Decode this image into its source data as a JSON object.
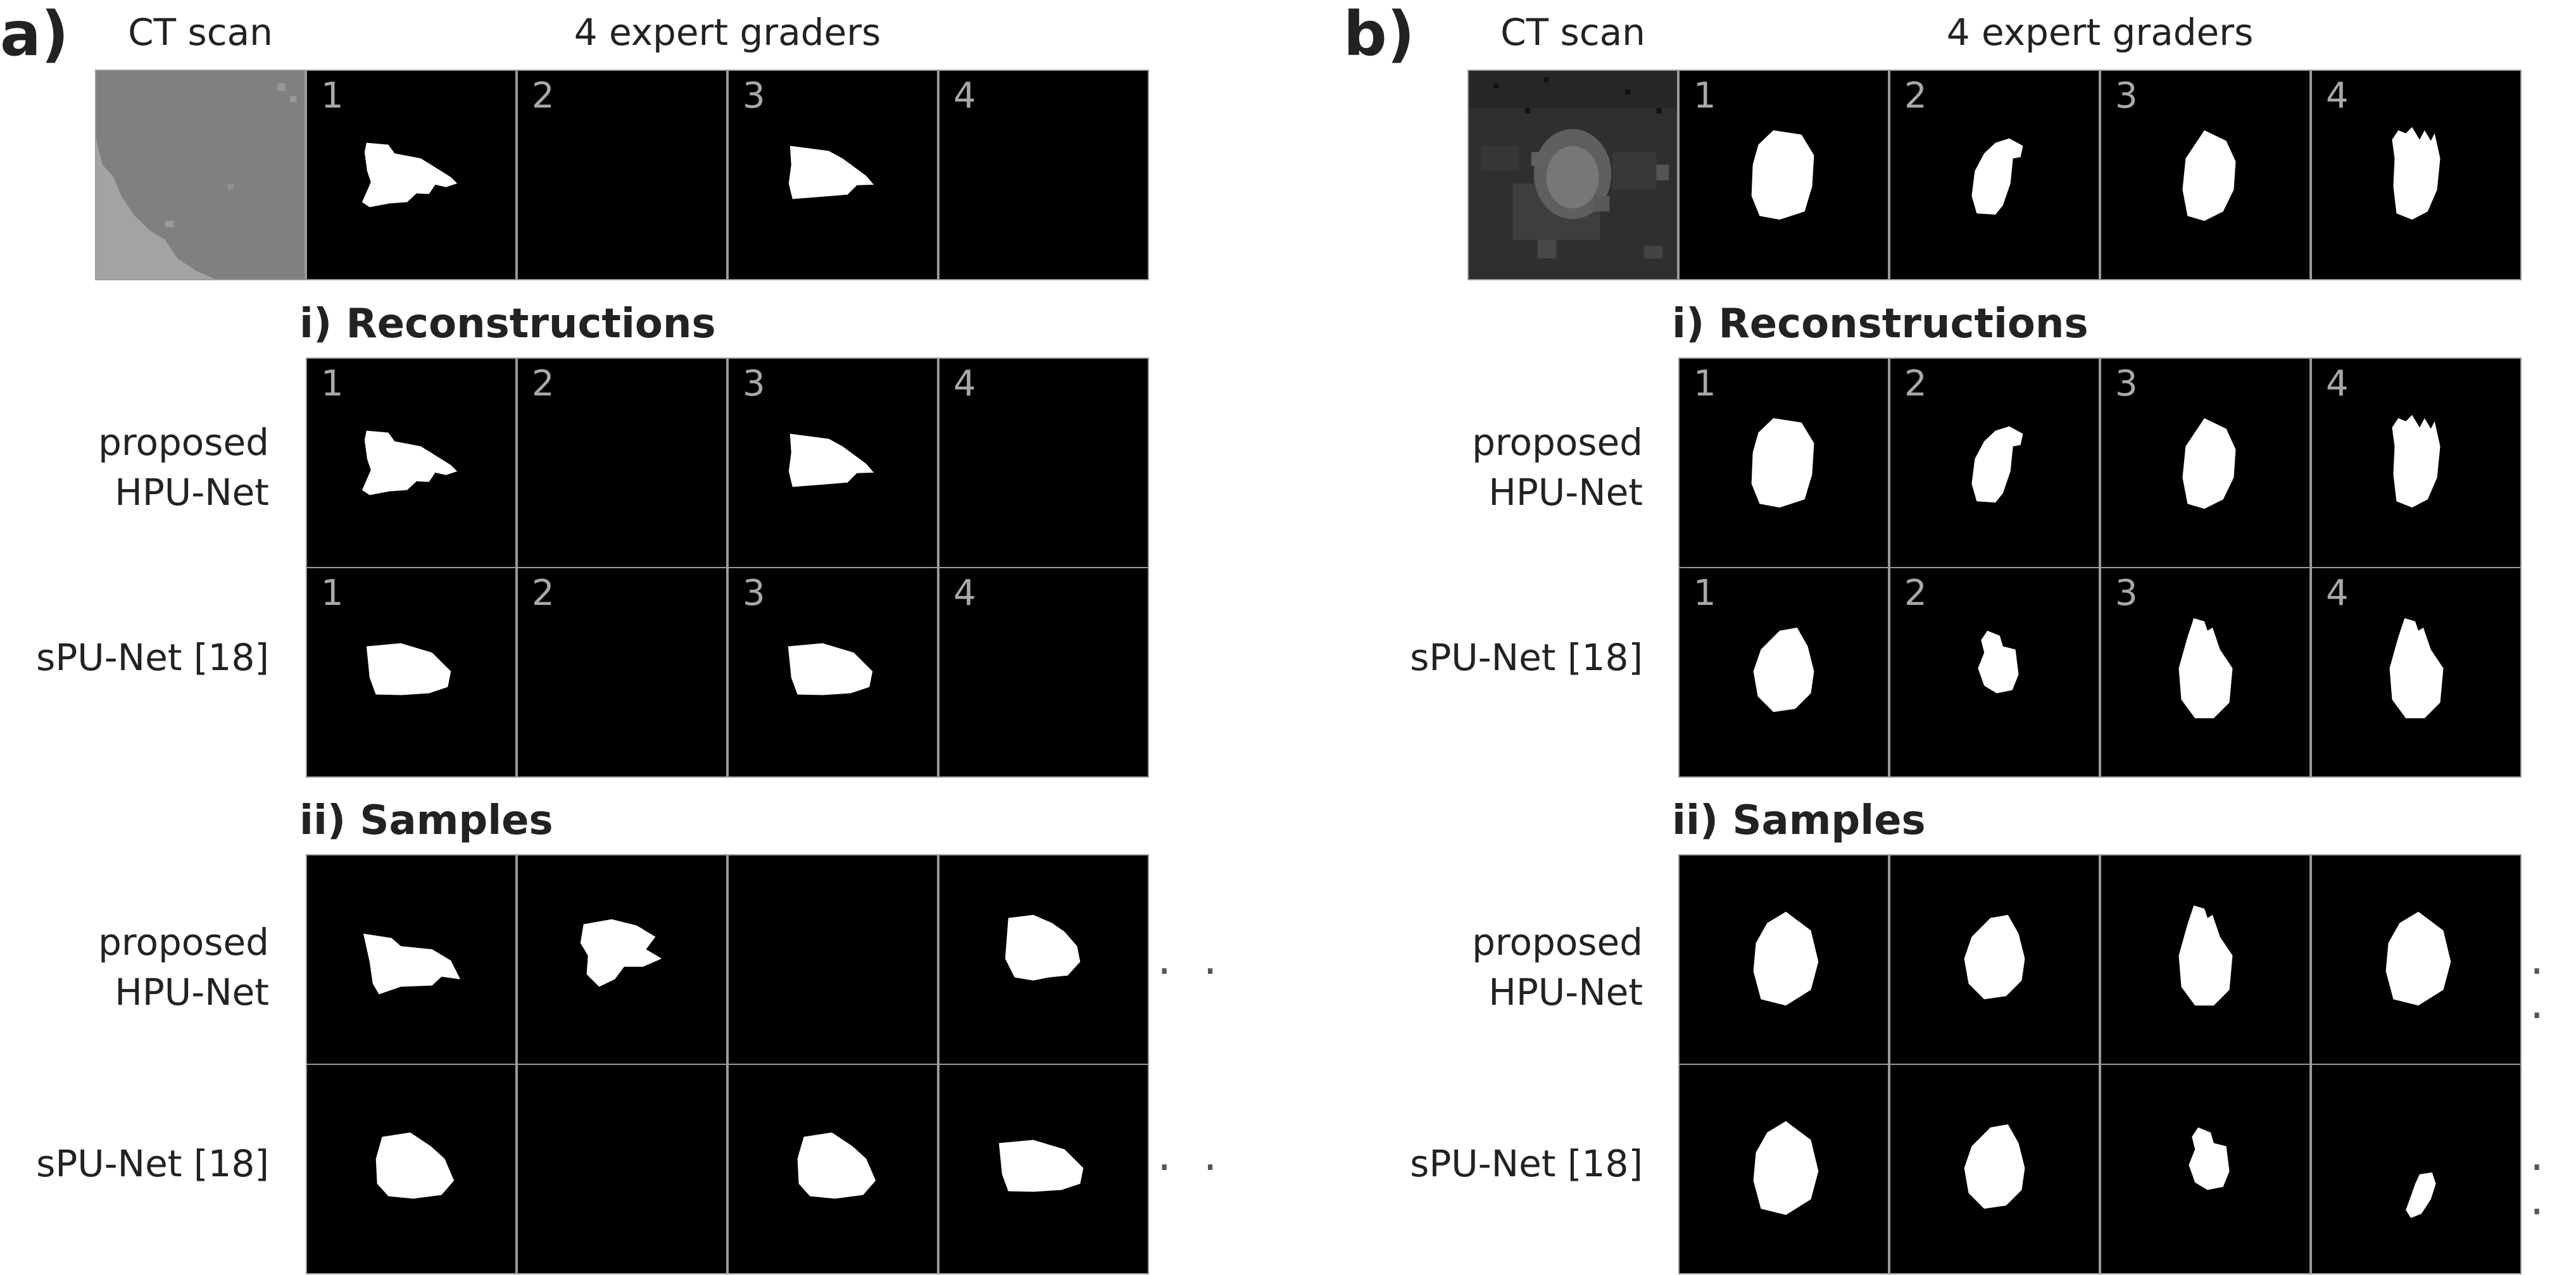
{
  "panels": [
    {
      "letter": "a)",
      "ct_header": "CT scan",
      "graders_header": "4 expert graders",
      "section_reconstructions": "i) Reconstructions",
      "section_samples": "ii) Samples",
      "row_labels": {
        "hpu_line1": "proposed",
        "hpu_line2": "HPU-Net",
        "spu": "sPU-Net [18]"
      },
      "grader_numbers": [
        "1",
        "2",
        "3",
        "4"
      ],
      "ellipsis": "· ·"
    },
    {
      "letter": "b)",
      "ct_header": "CT scan",
      "graders_header": "4 expert graders",
      "section_reconstructions": "i) Reconstructions",
      "section_samples": "ii) Samples",
      "row_labels": {
        "hpu_line1": "proposed",
        "hpu_line2": "HPU-Net",
        "spu": "sPU-Net [18]"
      },
      "grader_numbers": [
        "1",
        "2",
        "3",
        "4"
      ],
      "ellipsis": "· ·"
    }
  ]
}
